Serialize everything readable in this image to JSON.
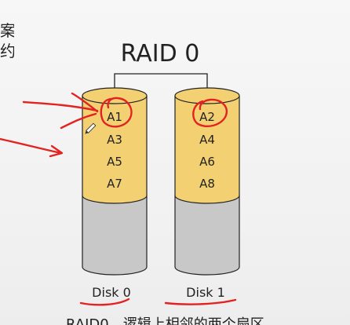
{
  "diagram": {
    "title": "RAID 0",
    "disks": [
      {
        "label": "Disk 0",
        "blocks": [
          "A1",
          "A3",
          "A5",
          "A7"
        ]
      },
      {
        "label": "Disk 1",
        "blocks": [
          "A2",
          "A4",
          "A6",
          "A8"
        ]
      }
    ]
  },
  "side_text": {
    "line1": "案",
    "line2": "约"
  },
  "bottom_text": "RAID0，逻辑上相邻的两个扇区",
  "colors": {
    "block_fill": "#f3d173",
    "disk_body": "#c8c8c8",
    "annotation_red": "#e32222",
    "line": "#222222"
  }
}
